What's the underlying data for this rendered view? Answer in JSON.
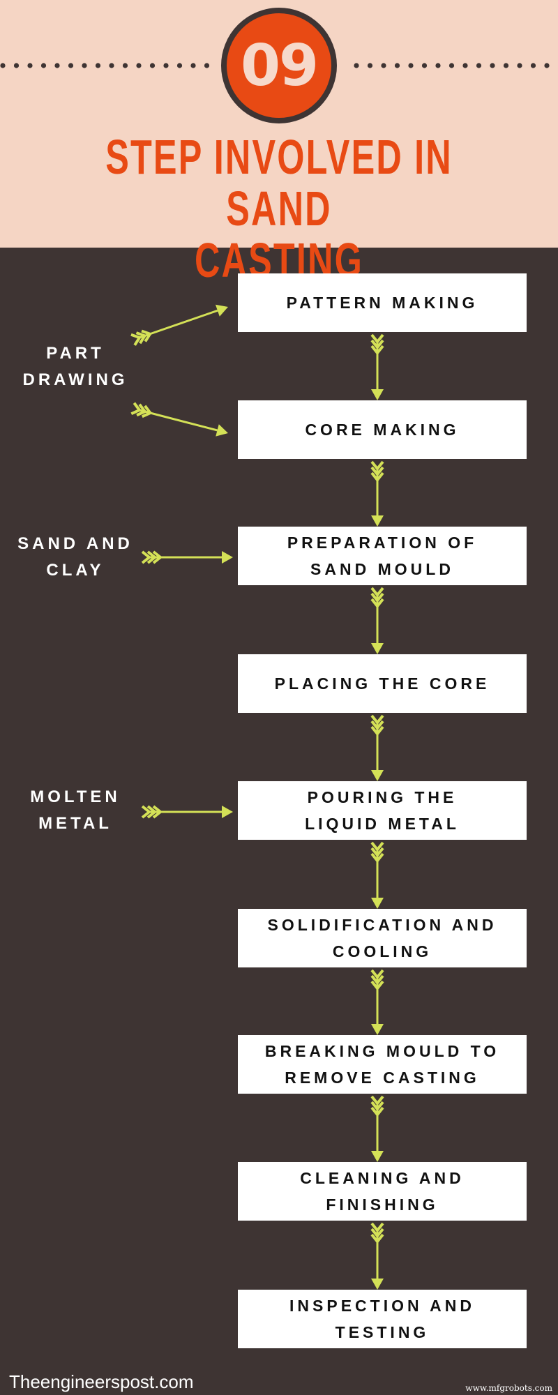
{
  "header": {
    "number": "09",
    "title_line1": "STEP INVOLVED IN SAND",
    "title_line2": "CASTING"
  },
  "colors": {
    "accent": "#e84a14",
    "header_bg": "#f5d5c4",
    "body_bg": "#3e3433",
    "arrow": "#d4e157",
    "box": "#ffffff"
  },
  "steps": [
    {
      "line1": "PATTERN MAKING",
      "line2": ""
    },
    {
      "line1": "CORE MAKING",
      "line2": ""
    },
    {
      "line1": "PREPARATION OF",
      "line2": "SAND MOULD"
    },
    {
      "line1": "PLACING THE CORE",
      "line2": ""
    },
    {
      "line1": "POURING THE",
      "line2": "LIQUID METAL"
    },
    {
      "line1": "SOLIDIFICATION AND",
      "line2": "COOLING"
    },
    {
      "line1": "BREAKING MOULD TO",
      "line2": "REMOVE CASTING"
    },
    {
      "line1": "CLEANING AND",
      "line2": "FINISHING"
    },
    {
      "line1": "INSPECTION AND",
      "line2": "TESTING"
    }
  ],
  "inputs": [
    {
      "line1": "PART",
      "line2": "DRAWING"
    },
    {
      "line1": "SAND AND",
      "line2": "CLAY"
    },
    {
      "line1": "MOLTEN",
      "line2": "METAL"
    }
  ],
  "footer": {
    "site": "Theengineerspost.com",
    "watermark": "www.mfgrobots.com"
  }
}
